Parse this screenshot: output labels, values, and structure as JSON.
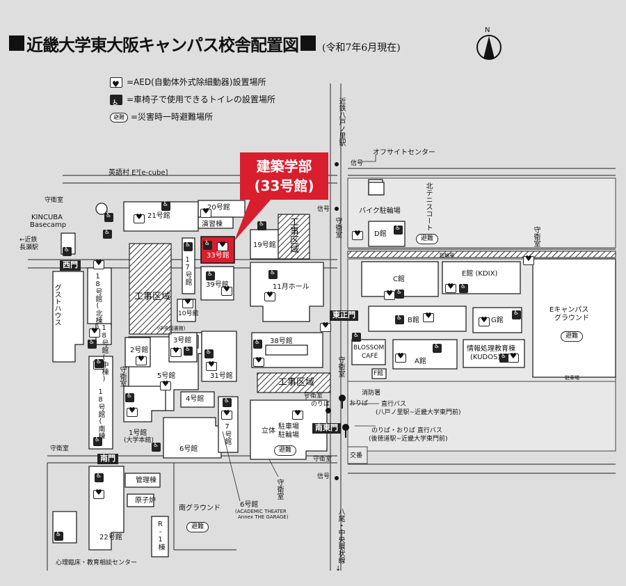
{
  "title": {
    "main": "近畿大学東大阪キャンパス校舎配置図",
    "date": "(令和7年6月現在)",
    "north": "N"
  },
  "legend": {
    "aed": "=AED(自動体外式除細動器)設置場所",
    "wheelchair": "=車椅子で使用できるトイレの設置場所",
    "evacuation_badge": "避難",
    "evacuation": "=災害時一時避難場所"
  },
  "callout": {
    "line1": "建築学部",
    "line2": "(33号館)"
  },
  "colors": {
    "background": "#dedede",
    "building": "#ffffff",
    "highlight": "#d91e2e",
    "road": "#222222"
  },
  "buildings": {
    "b21": "21号館",
    "b20": "20号館",
    "enshu": "演習棟",
    "b33": "33号館",
    "b19": "19号館",
    "b17": "17号館",
    "b39": "39号館",
    "hall11": "11月ホール",
    "b10": "10号館",
    "library": "(中央図書館)",
    "b2": "2号館",
    "b3": "3号館",
    "b5": "5号館",
    "b38": "38号館",
    "b31": "31号館",
    "b4": "4号館",
    "b1": "1号館",
    "b1sub": "(大学本館)",
    "b6": "6号館",
    "b7": "7号館",
    "b18n": "18号館(北棟)",
    "b18m": "18号館(中棟)",
    "b18s": "18号館(南棟)",
    "kanri": "管理棟",
    "genshiro": "原子炉",
    "r": "R-1棟",
    "b22": "22号館",
    "b6ann": "6号館",
    "b6annsub1": "(ACADEMIC THEATER",
    "b6annsub2": "Annex THE GARAGE)",
    "cbuild": "C館",
    "ebuild": "E館 (KDIX)",
    "bbuild": "B館",
    "gbuild": "G館",
    "abuild": "A館",
    "dbuild": "D館",
    "fbuild": "F館",
    "joho1": "情報処理教育棟",
    "joho2": "(KUDOS)",
    "blossom1": "BLOSSOM",
    "blossom2": "CAFÉ",
    "ecampus1": "Eキャンパス",
    "ecampus2": "グラウンド",
    "tairiku1": "立体",
    "tairiku2": "駐車場",
    "tairiku3": "駐輪場"
  },
  "places": {
    "ecube": "英語村 E³[e-cube]",
    "guard1": "守衛室",
    "kincuba1": "KINCUBA",
    "kincuba2": "Basecamp",
    "kintetsu_nagase1": "←近鉄",
    "kintetsu_nagase2": "長瀬駅",
    "guesthouse": "グストハウス",
    "construction1": "工事区域",
    "construction2": "工事区域",
    "construction3": "工事区域",
    "guard2": "守衛室",
    "guard3": "守衛室",
    "guard4": "守衛室",
    "guard5": "守衛室",
    "guard6": "守衛室",
    "guard7": "守衛室",
    "signal1": "信号",
    "signal2": "信号",
    "signal3": "信号",
    "kintetsu_hachinoe": "近鉄八戸ノ里駅",
    "offsite": "オフサイトセンター",
    "bike": "バイク駐輪場",
    "kita_tennis": "北テニスコート",
    "bicycle": "駐輪場",
    "parking": "駐車場",
    "fire": "消防署",
    "noriba1": "のりば",
    "oriba1": "おりば",
    "bus1a": "直行バス",
    "bus1b": "(八戸ノ里駅~近畿大学東門前)",
    "bus2a": "のりば・おりば  直行バス",
    "bus2b": "(後徳道駅~近畿大学東門前)",
    "koban": "交番",
    "minami_ground": "南グラウンド",
    "shinri": "心理臨床・教育相談センター",
    "yao_line": "八尾・中央環状線",
    "hachinoe_arrow": "↓"
  },
  "gates": {
    "west": "西門",
    "east_main": "東正門",
    "south": "南門",
    "south_east": "南東門"
  },
  "evacuation_label": "避難"
}
